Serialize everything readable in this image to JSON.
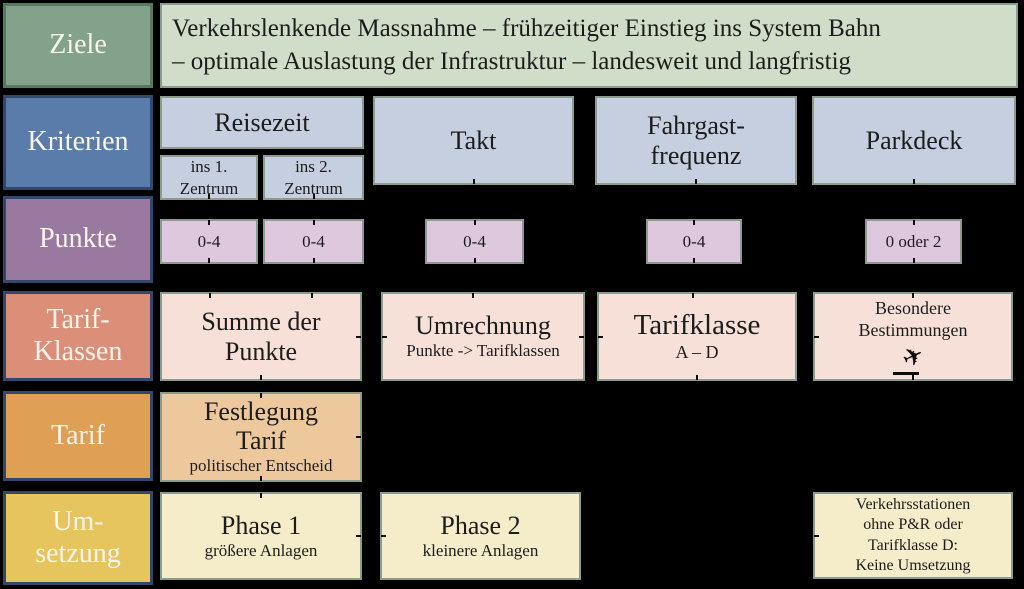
{
  "rows": {
    "ziele": {
      "label": "Ziele",
      "goal": "Verkehrslenkende Massnahme – frühzeitiger Einstieg ins System Bahn\n– optimale Auslastung der Infrastruktur – landesweit und langfristig"
    },
    "kriterien": {
      "label": "Kriterien",
      "reisezeit": "Reisezeit",
      "reisezeit_sub_1": "ins 1.\nZentrum",
      "reisezeit_sub_2": "ins 2.\nZentrum",
      "takt": "Takt",
      "fahrgastfrequenz": "Fahrgast-\nfrequenz",
      "parkdeck": "Parkdeck"
    },
    "punkte": {
      "label": "Punkte",
      "scores": [
        "0-4",
        "0-4",
        "0-4",
        "0-4",
        "0 oder 2"
      ]
    },
    "tarifklassen": {
      "label": "Tarif-\nKlassen",
      "summe": "Summe der\nPunkte",
      "umrechnung_title": "Umrechnung",
      "umrechnung_sub": "Punkte -> Tarifklassen",
      "tarifklasse_title": "Tarifklasse",
      "tarifklasse_sub": "A – D",
      "besondere": "Besondere\nBestimmungen",
      "airplane_icon": "✈"
    },
    "tarif": {
      "label": "Tarif",
      "festlegung_title": "Festlegung\nTarif",
      "festlegung_sub": "politischer Entscheid"
    },
    "umsetzung": {
      "label": "Um-\nsetzung",
      "phase1_title": "Phase 1",
      "phase1_sub": "größere Anlagen",
      "phase2_title": "Phase 2",
      "phase2_sub": "kleinere Anlagen",
      "sonderfall": "Verkehrsstationen\nohne P&R oder\nTarifklasse D:\nKeine Umsetzung"
    }
  },
  "colors": {
    "background": "#000000",
    "ziele_label": "#82a28b",
    "ziele_box": "#d0ddc9",
    "ziele_border": "#577a5e",
    "kriterien_label": "#5a7caa",
    "kriterien_box": "#c5cfe0",
    "punkte_label": "#99799f",
    "punkte_box": "#dec8dd",
    "tarifklassen_label": "#db8f78",
    "tarifklassen_box": "#f7e0d8",
    "tarif_label": "#df9f55",
    "tarif_box": "#eec89d",
    "umsetzung_label": "#e6c45e",
    "umsetzung_box": "#f5ecca",
    "label_border": "#31486b",
    "box_border": "#8b9b8e"
  }
}
